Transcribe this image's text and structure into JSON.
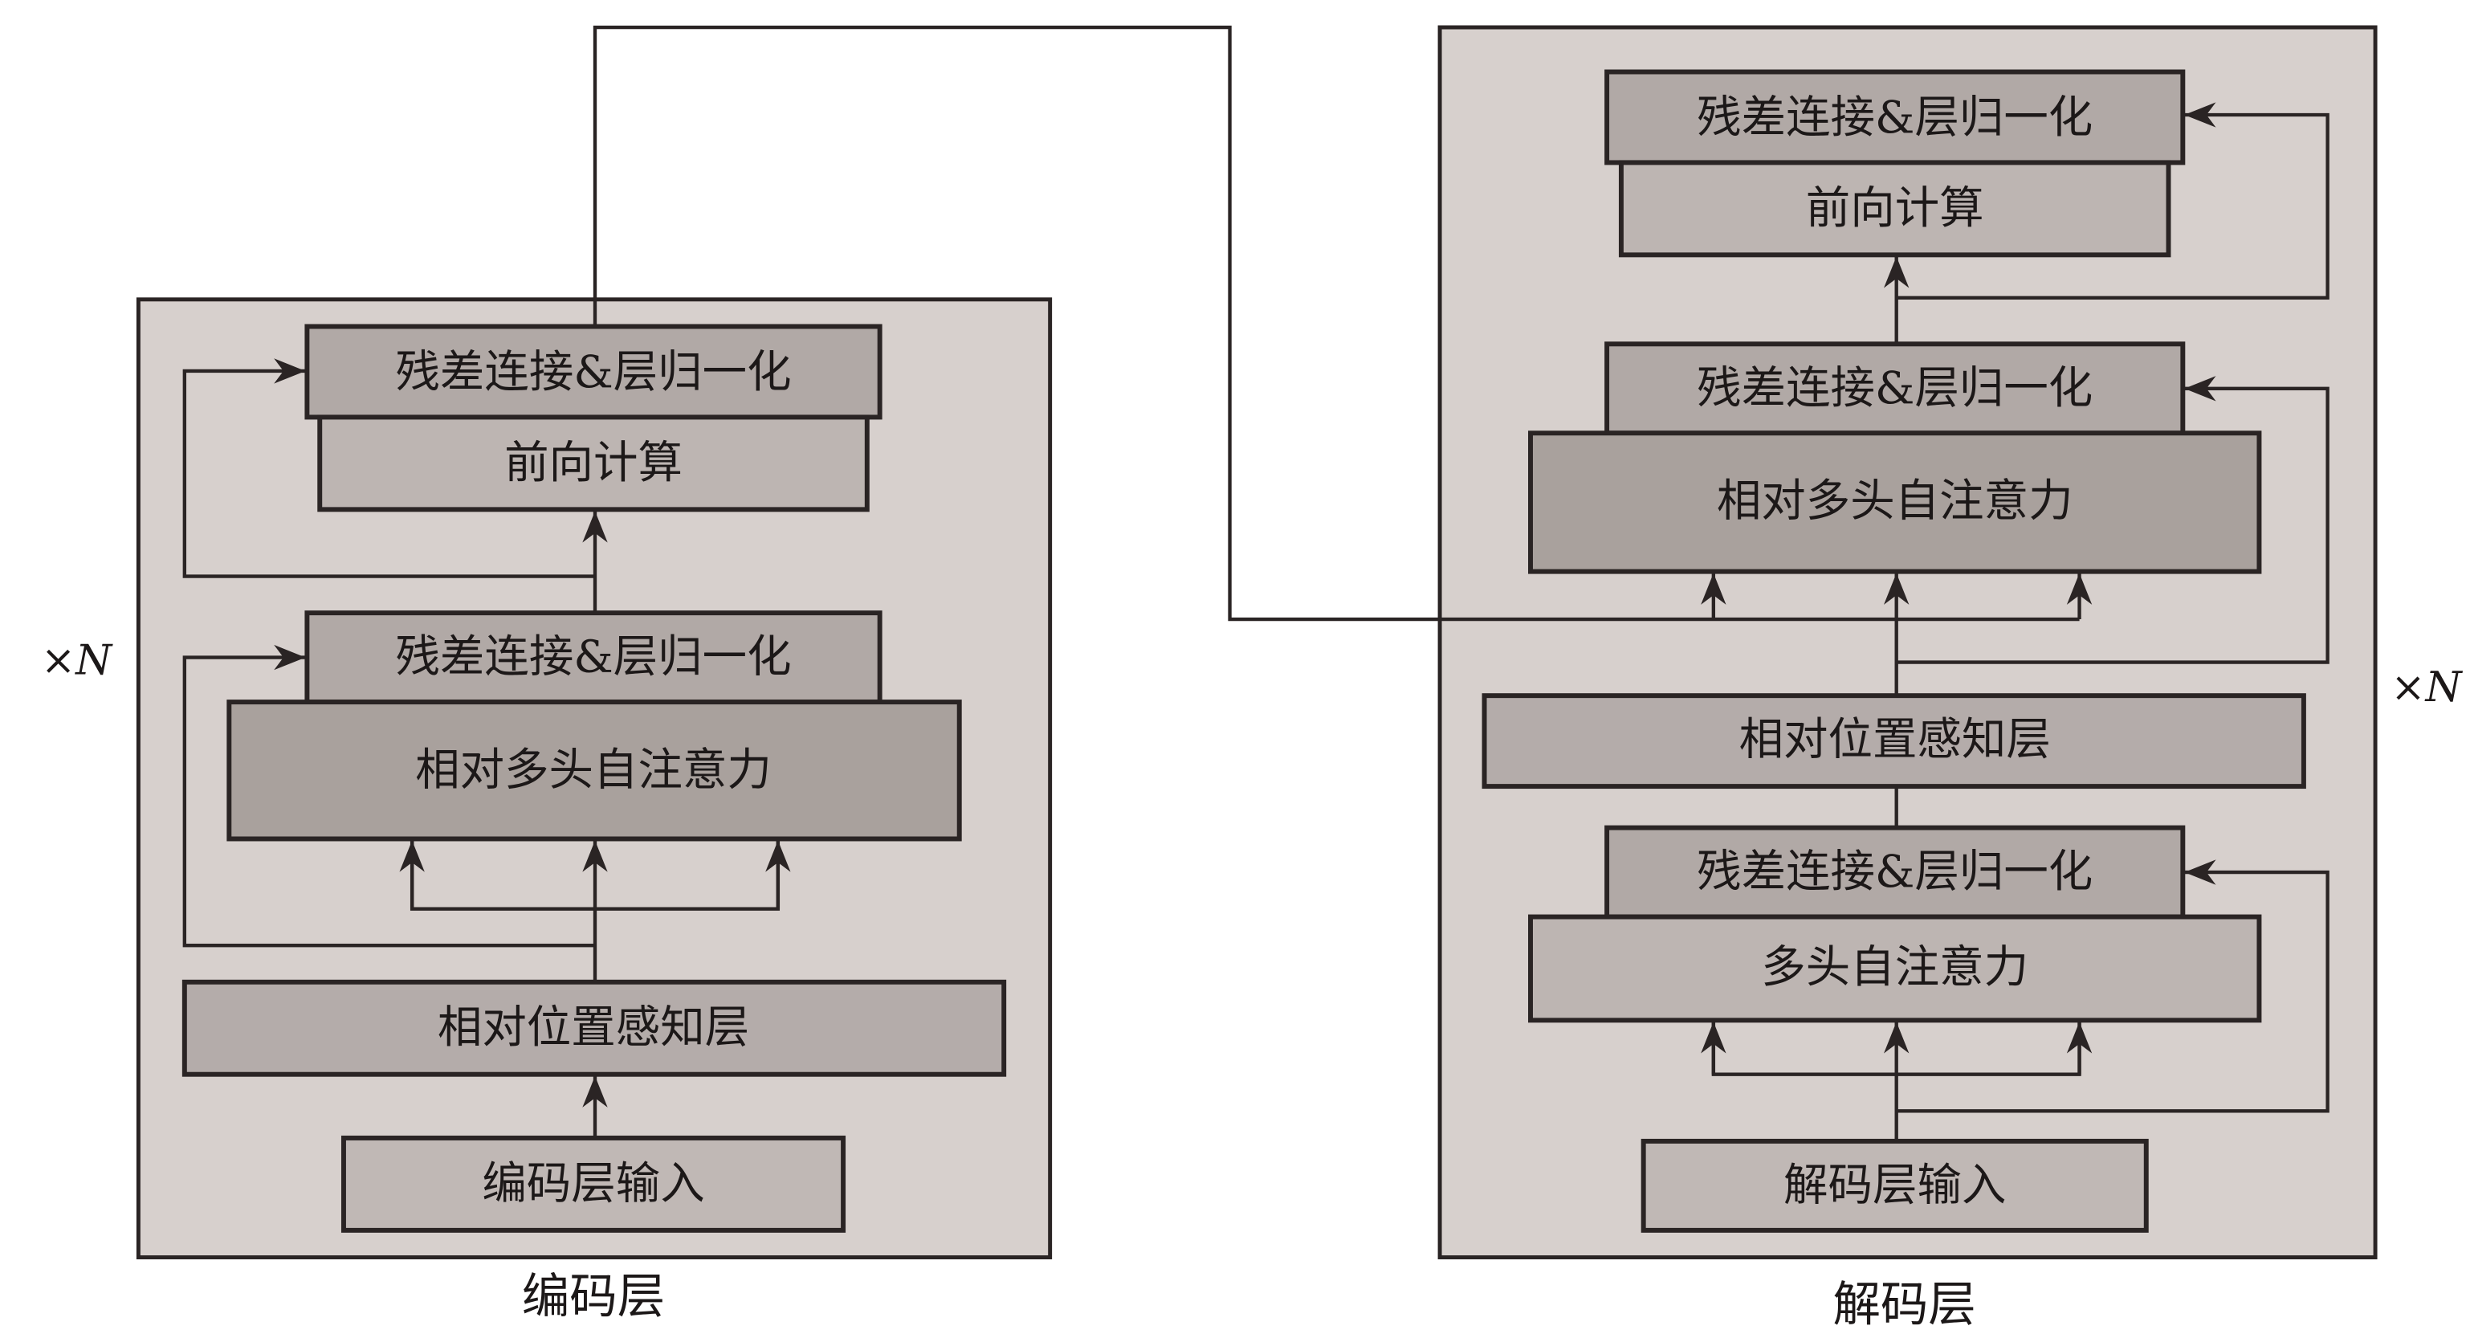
{
  "encoder": {
    "caption": "编码层",
    "residual_top": "残差连接&层归一化",
    "feed_forward": "前向计算",
    "residual_mid": "残差连接&层归一化",
    "attention": "相对多头自注意力",
    "position_layer": "相对位置感知层",
    "input": "编码层输入",
    "repeat": "×N"
  },
  "decoder": {
    "caption": "解码层",
    "residual_top": "残差连接&层归一化",
    "feed_forward": "前向计算",
    "residual_mid": "残差连接&层归一化",
    "attention": "相对多头自注意力",
    "position_layer": "相对位置感知层",
    "residual_bottom": "残差连接&层归一化",
    "self_attention": "多头自注意力",
    "input": "解码层输入",
    "repeat": "×N"
  }
}
